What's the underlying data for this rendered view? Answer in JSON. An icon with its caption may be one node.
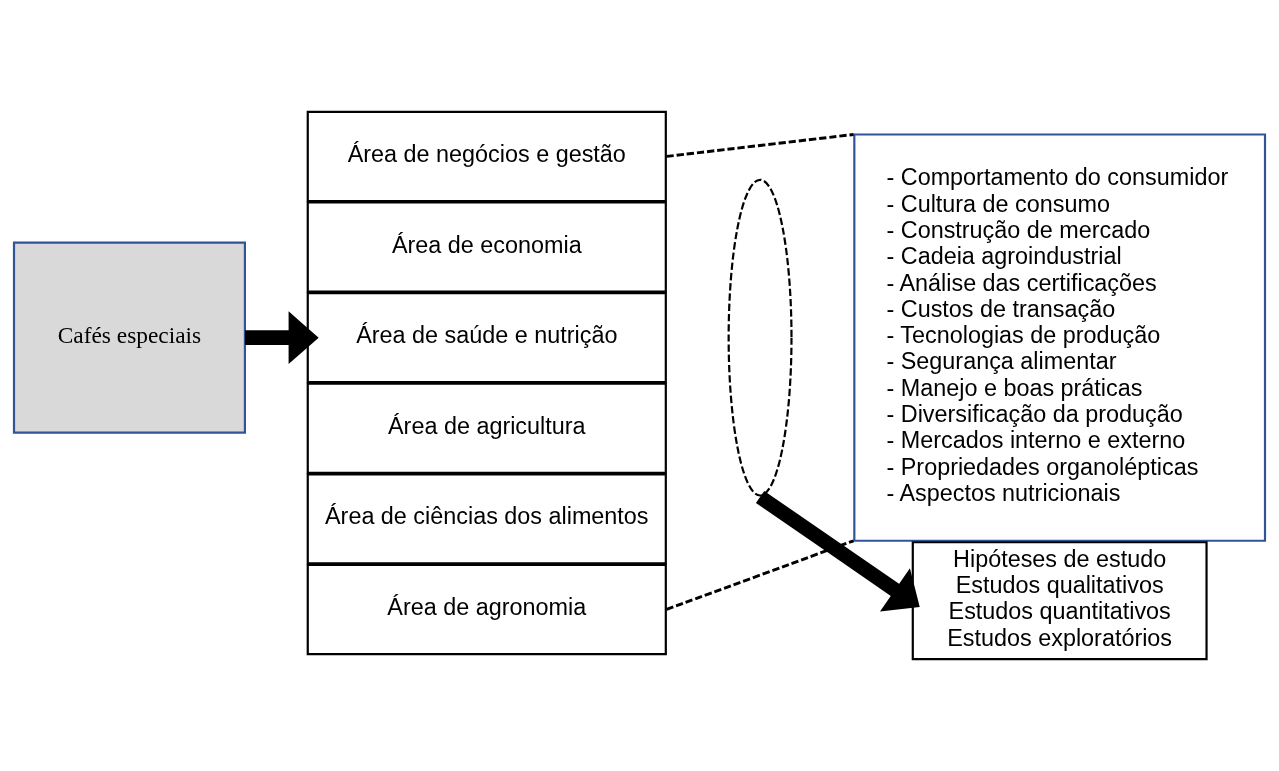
{
  "diagram": {
    "nodes": [
      {
        "text": [
          "Cafés especiais"
        ]
      },
      {
        "text": [
          "Área de negócios e gestão"
        ]
      },
      {
        "text": [
          "Área de economia"
        ]
      },
      {
        "text": [
          "Área de saúde e nutrição"
        ]
      },
      {
        "text": [
          "Área de agricultura"
        ]
      },
      {
        "text": [
          "Área de ciências dos alimentos"
        ]
      },
      {
        "text": [
          "Área de agronomia"
        ]
      },
      {
        "text": [
          "- Comportamento do consumidor",
          "- Cultura de consumo",
          "- Construção de mercado",
          "- Cadeia agroindustrial",
          "- Análise das certificações",
          "- Custos de transação",
          "- Tecnologias de produção",
          "- Segurança alimentar",
          "- Manejo e boas práticas",
          "- Diversificação da produção",
          "- Mercados interno e externo",
          "- Propriedades organolépticas",
          "- Aspectos nutricionais"
        ]
      },
      {
        "text": [],
        "shape": "ellipse"
      },
      {
        "text": [
          "Hipóteses de estudo",
          "Estudos qualitativos",
          "Estudos quantitativos",
          "Estudos exploratórios"
        ]
      }
    ],
    "edges": [
      {
        "from": 0,
        "to": 3,
        "arrow": "to",
        "style": "thick"
      },
      {
        "from": 1,
        "to": 7,
        "arrow": "none",
        "style": "dashed"
      },
      {
        "from": 6,
        "to": 7,
        "arrow": "none",
        "style": "dashed"
      },
      {
        "from": 8,
        "to": 9,
        "arrow": "to",
        "style": "thick"
      }
    ]
  }
}
